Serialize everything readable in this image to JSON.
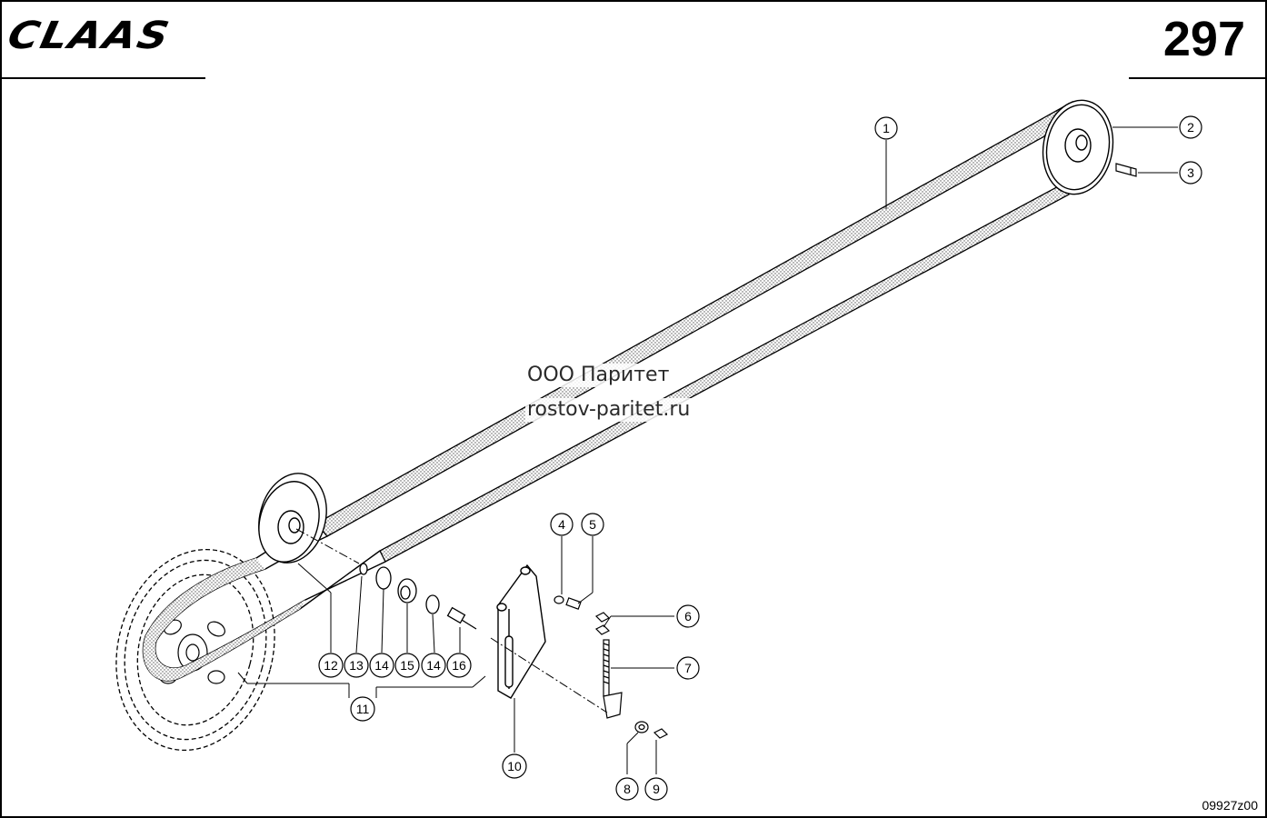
{
  "header": {
    "brand": "CLAAS",
    "page_number": "297"
  },
  "watermark": {
    "line1": "ООО Паритет",
    "line2": "rostov-paritet.ru"
  },
  "footer": {
    "drawing_code": "09927z00"
  },
  "callouts": [
    "1",
    "2",
    "3",
    "4",
    "5",
    "6",
    "7",
    "8",
    "9",
    "10",
    "11",
    "12",
    "13",
    "14",
    "15",
    "14",
    "16"
  ]
}
